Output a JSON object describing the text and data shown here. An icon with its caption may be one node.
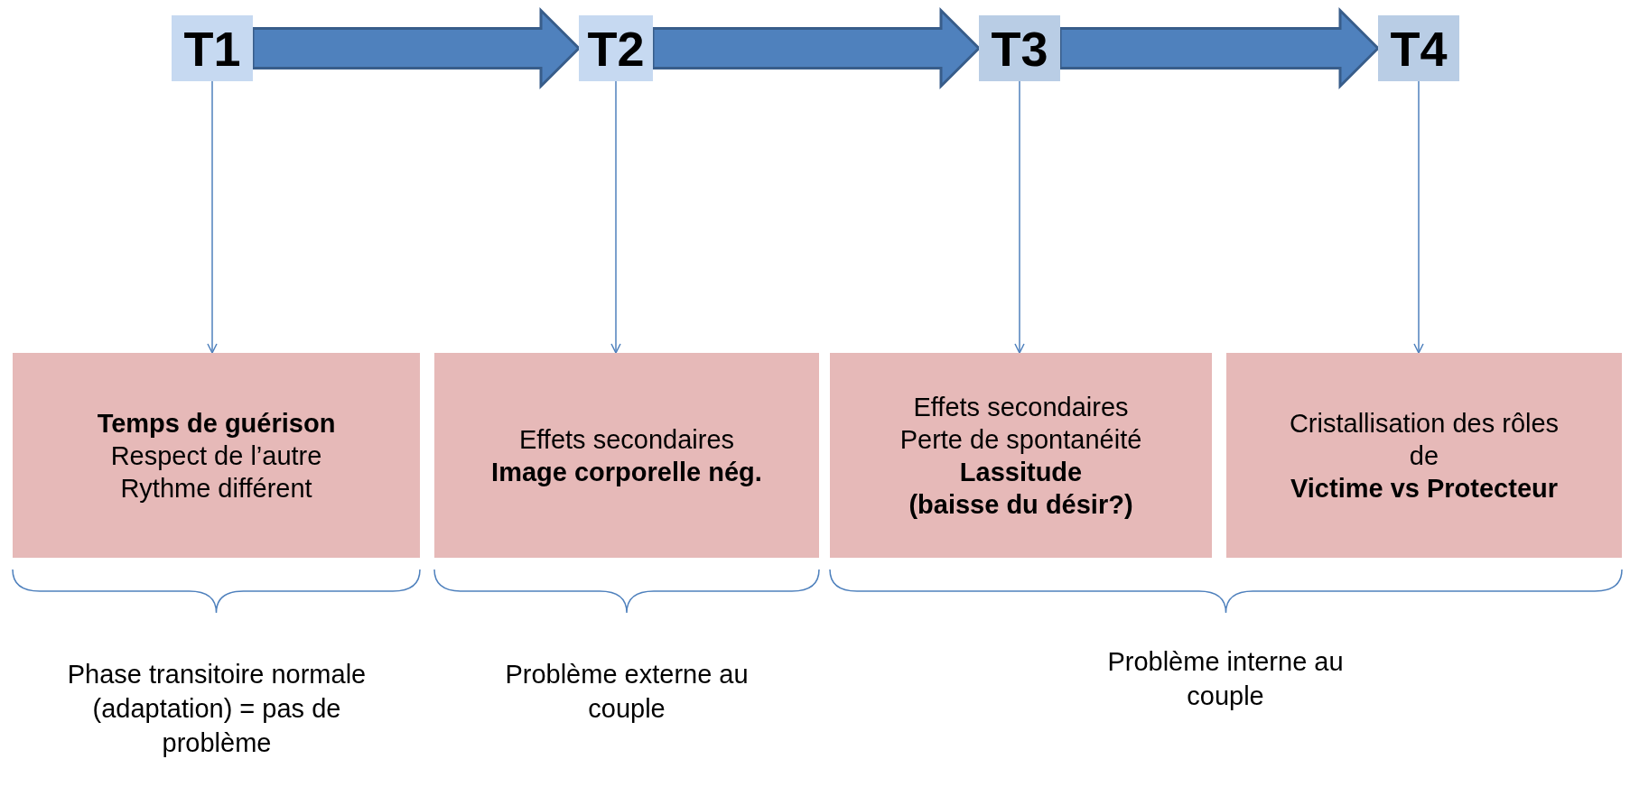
{
  "diagram": {
    "nodes": [
      {
        "text": [
          "T1"
        ]
      },
      {
        "text": [
          "T2"
        ]
      },
      {
        "text": [
          "T3"
        ]
      },
      {
        "text": [
          "T4"
        ]
      },
      {
        "text": [
          "Temps de guérison",
          "Respect de l’autre",
          "Rythme différent"
        ]
      },
      {
        "text": [
          "Effets secondaires",
          "Image corporelle nég."
        ]
      },
      {
        "text": [
          "Effets secondaires",
          "Perte de spontanéité",
          "Lassitude",
          "(baisse du désir?)"
        ]
      },
      {
        "text": [
          "Cristallisation des rôles de",
          "Victime vs Protecteur"
        ]
      }
    ],
    "edges": [
      {
        "from": 0,
        "to": 1,
        "arrow": "to",
        "style": "thick"
      },
      {
        "from": 1,
        "to": 2,
        "arrow": "to",
        "style": "thick"
      },
      {
        "from": 2,
        "to": 3,
        "arrow": "to",
        "style": "thick"
      },
      {
        "from": 0,
        "to": 4,
        "arrow": "to"
      },
      {
        "from": 1,
        "to": 5,
        "arrow": "to"
      },
      {
        "from": 2,
        "to": 6,
        "arrow": "to"
      },
      {
        "from": 3,
        "to": 7,
        "arrow": "to"
      }
    ],
    "labels": [
      "Phase transitoire normale (adaptation) = pas de problème",
      "Problème externe au couple",
      "Problème interne au couple"
    ]
  }
}
